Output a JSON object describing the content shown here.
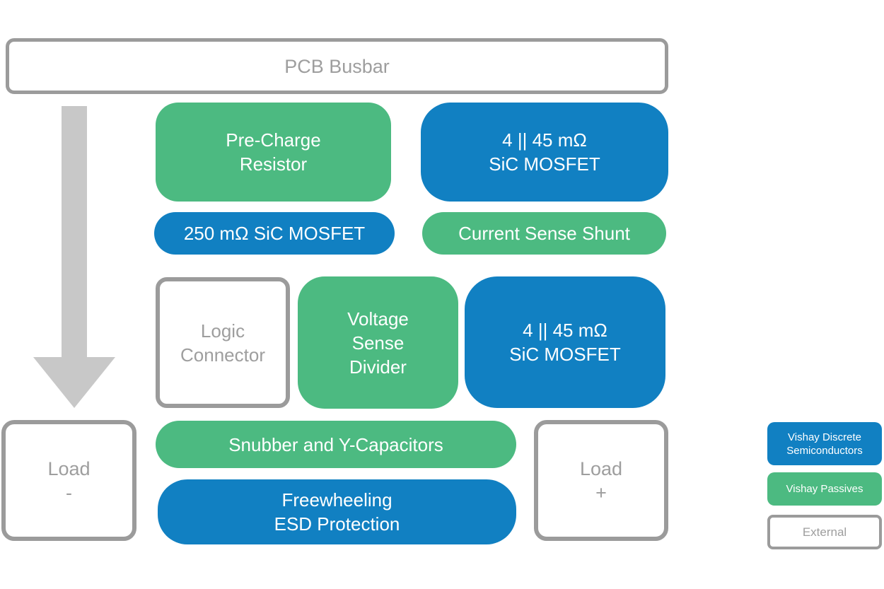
{
  "colors": {
    "blue": "#1180C2",
    "green": "#4CBA81",
    "border_gray": "#9B9B9B",
    "text_gray": "#9E9E9E",
    "arrow_gray": "#C8C8C8"
  },
  "icons": {
    "flow_arrow": "down-arrow"
  },
  "blocks": {
    "busbar": {
      "label": "PCB Busbar",
      "category": "external"
    },
    "precharge": {
      "line1": "Pre-Charge",
      "line2": "Resistor",
      "category": "vishay-passives"
    },
    "mosfet_top": {
      "line1": "4 || 45 mΩ",
      "line2": "SiC MOSFET",
      "category": "vishay-discrete-semiconductors"
    },
    "mosfet_250": {
      "label": "250 mΩ SiC MOSFET",
      "category": "vishay-discrete-semiconductors"
    },
    "shunt": {
      "label": "Current Sense Shunt",
      "category": "vishay-passives"
    },
    "logic": {
      "line1": "Logic",
      "line2": "Connector",
      "category": "external"
    },
    "vsd": {
      "line1": "Voltage",
      "line2": "Sense",
      "line3": "Divider",
      "category": "vishay-passives"
    },
    "mosfet_mid": {
      "line1": "4 || 45 mΩ",
      "line2": "SiC MOSFET",
      "category": "vishay-discrete-semiconductors"
    },
    "load_minus": {
      "line1": "Load",
      "line2": "-",
      "category": "external"
    },
    "snubber": {
      "label": "Snubber and Y-Capacitors",
      "category": "vishay-passives"
    },
    "freewheel": {
      "line1": "Freewheeling",
      "line2": "ESD Protection",
      "category": "vishay-discrete-semiconductors"
    },
    "load_plus": {
      "line1": "Load",
      "line2": "+",
      "category": "external"
    }
  },
  "legend": {
    "semiconductors": {
      "line1": "Vishay Discrete",
      "line2": "Semiconductors"
    },
    "passives": {
      "label": "Vishay Passives"
    },
    "external": {
      "label": "External"
    }
  }
}
